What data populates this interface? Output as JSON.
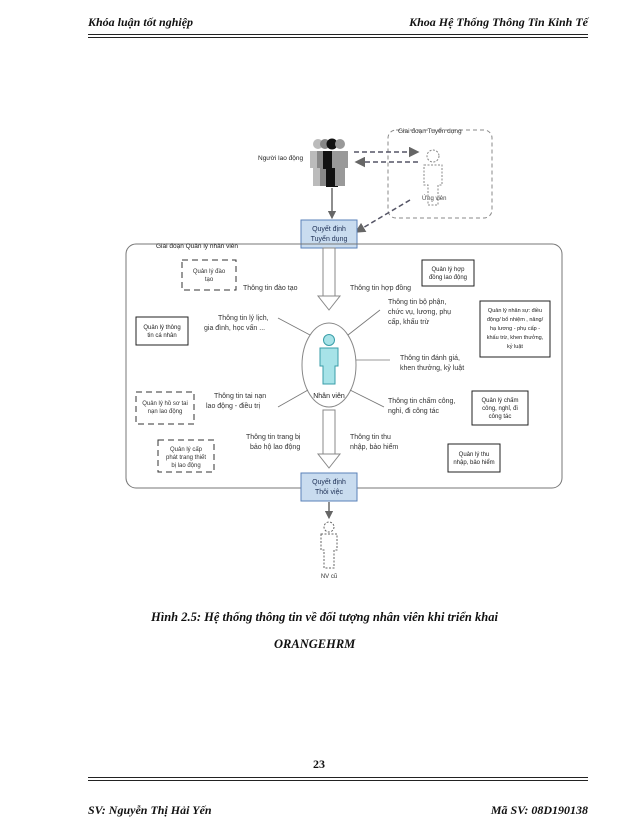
{
  "header": {
    "left": "Khóa luận tốt nghiệp",
    "right": "Khoa Hệ Thống Thông Tin Kinh Tế"
  },
  "diagram": {
    "recruit_stage": "Giai đoạn Tuyển dụng",
    "worker": "Người lao động",
    "candidate": "Ứng viên",
    "hire_decision": [
      "Quyết định",
      "Tuyển dụng"
    ],
    "manage_stage": "Giai đoạn Quản lý nhân viên",
    "employee": "Nhân viên",
    "quit_decision": [
      "Quyết định",
      "Thôi việc"
    ],
    "former": "NV cũ",
    "info_training": "Thông tin đào tạo",
    "info_contract": "Thông tin hợp đồng",
    "info_profile": [
      "Thông tin lý lịch,",
      "gia đình, học vấn ..."
    ],
    "info_department": [
      "Thông tin bộ phận,",
      "chức vụ, lương, phụ",
      "cấp, khấu trừ"
    ],
    "info_evaluation": [
      "Thông tin đánh giá,",
      "khen thưởng, kỷ luật"
    ],
    "info_accident": [
      "Thông tin tai nạn",
      "lao động - điều trị"
    ],
    "info_attendance": [
      "Thông tin chấm công,",
      "nghỉ, đi công tác"
    ],
    "info_equipment": [
      "Thông tin trang bị",
      "bảo hộ lao động"
    ],
    "info_income": [
      "Thông tin thu",
      "nhập, bảo hiểm"
    ],
    "mgr_training": [
      "Quản lý đào",
      "tạo"
    ],
    "mgr_personal": [
      "Quản lý thông",
      "tin cá nhân"
    ],
    "mgr_accident": [
      "Quản lý hồ sơ tai",
      "nạn lao động"
    ],
    "mgr_equipment": [
      "Quản lý cấp",
      "phát trang thiết",
      "bị lao động"
    ],
    "mgr_contract": [
      "Quản lý hợp",
      "đồng lao động"
    ],
    "mgr_hr": [
      "Quản lý nhân sự: điều",
      "động/ bổ nhiệm , nâng/",
      "hạ lương - phụ cấp -",
      "khấu trừ, khen thưởng,",
      "kỷ luật"
    ],
    "mgr_attendance": [
      "Quản lý chấm",
      "công, nghỉ, đi",
      "công tác"
    ],
    "mgr_income": [
      "Quản lý thu",
      "nhập, bảo hiểm"
    ]
  },
  "caption": {
    "line1": "Hình 2.5: Hệ thống thông tin về đối tượng nhân viên khi triển khai",
    "line2": "ORANGEHRM"
  },
  "page_number": "23",
  "footer": {
    "left": "SV: Nguyễn Thị Hải Yến",
    "right": "Mã SV: 08D190138"
  }
}
